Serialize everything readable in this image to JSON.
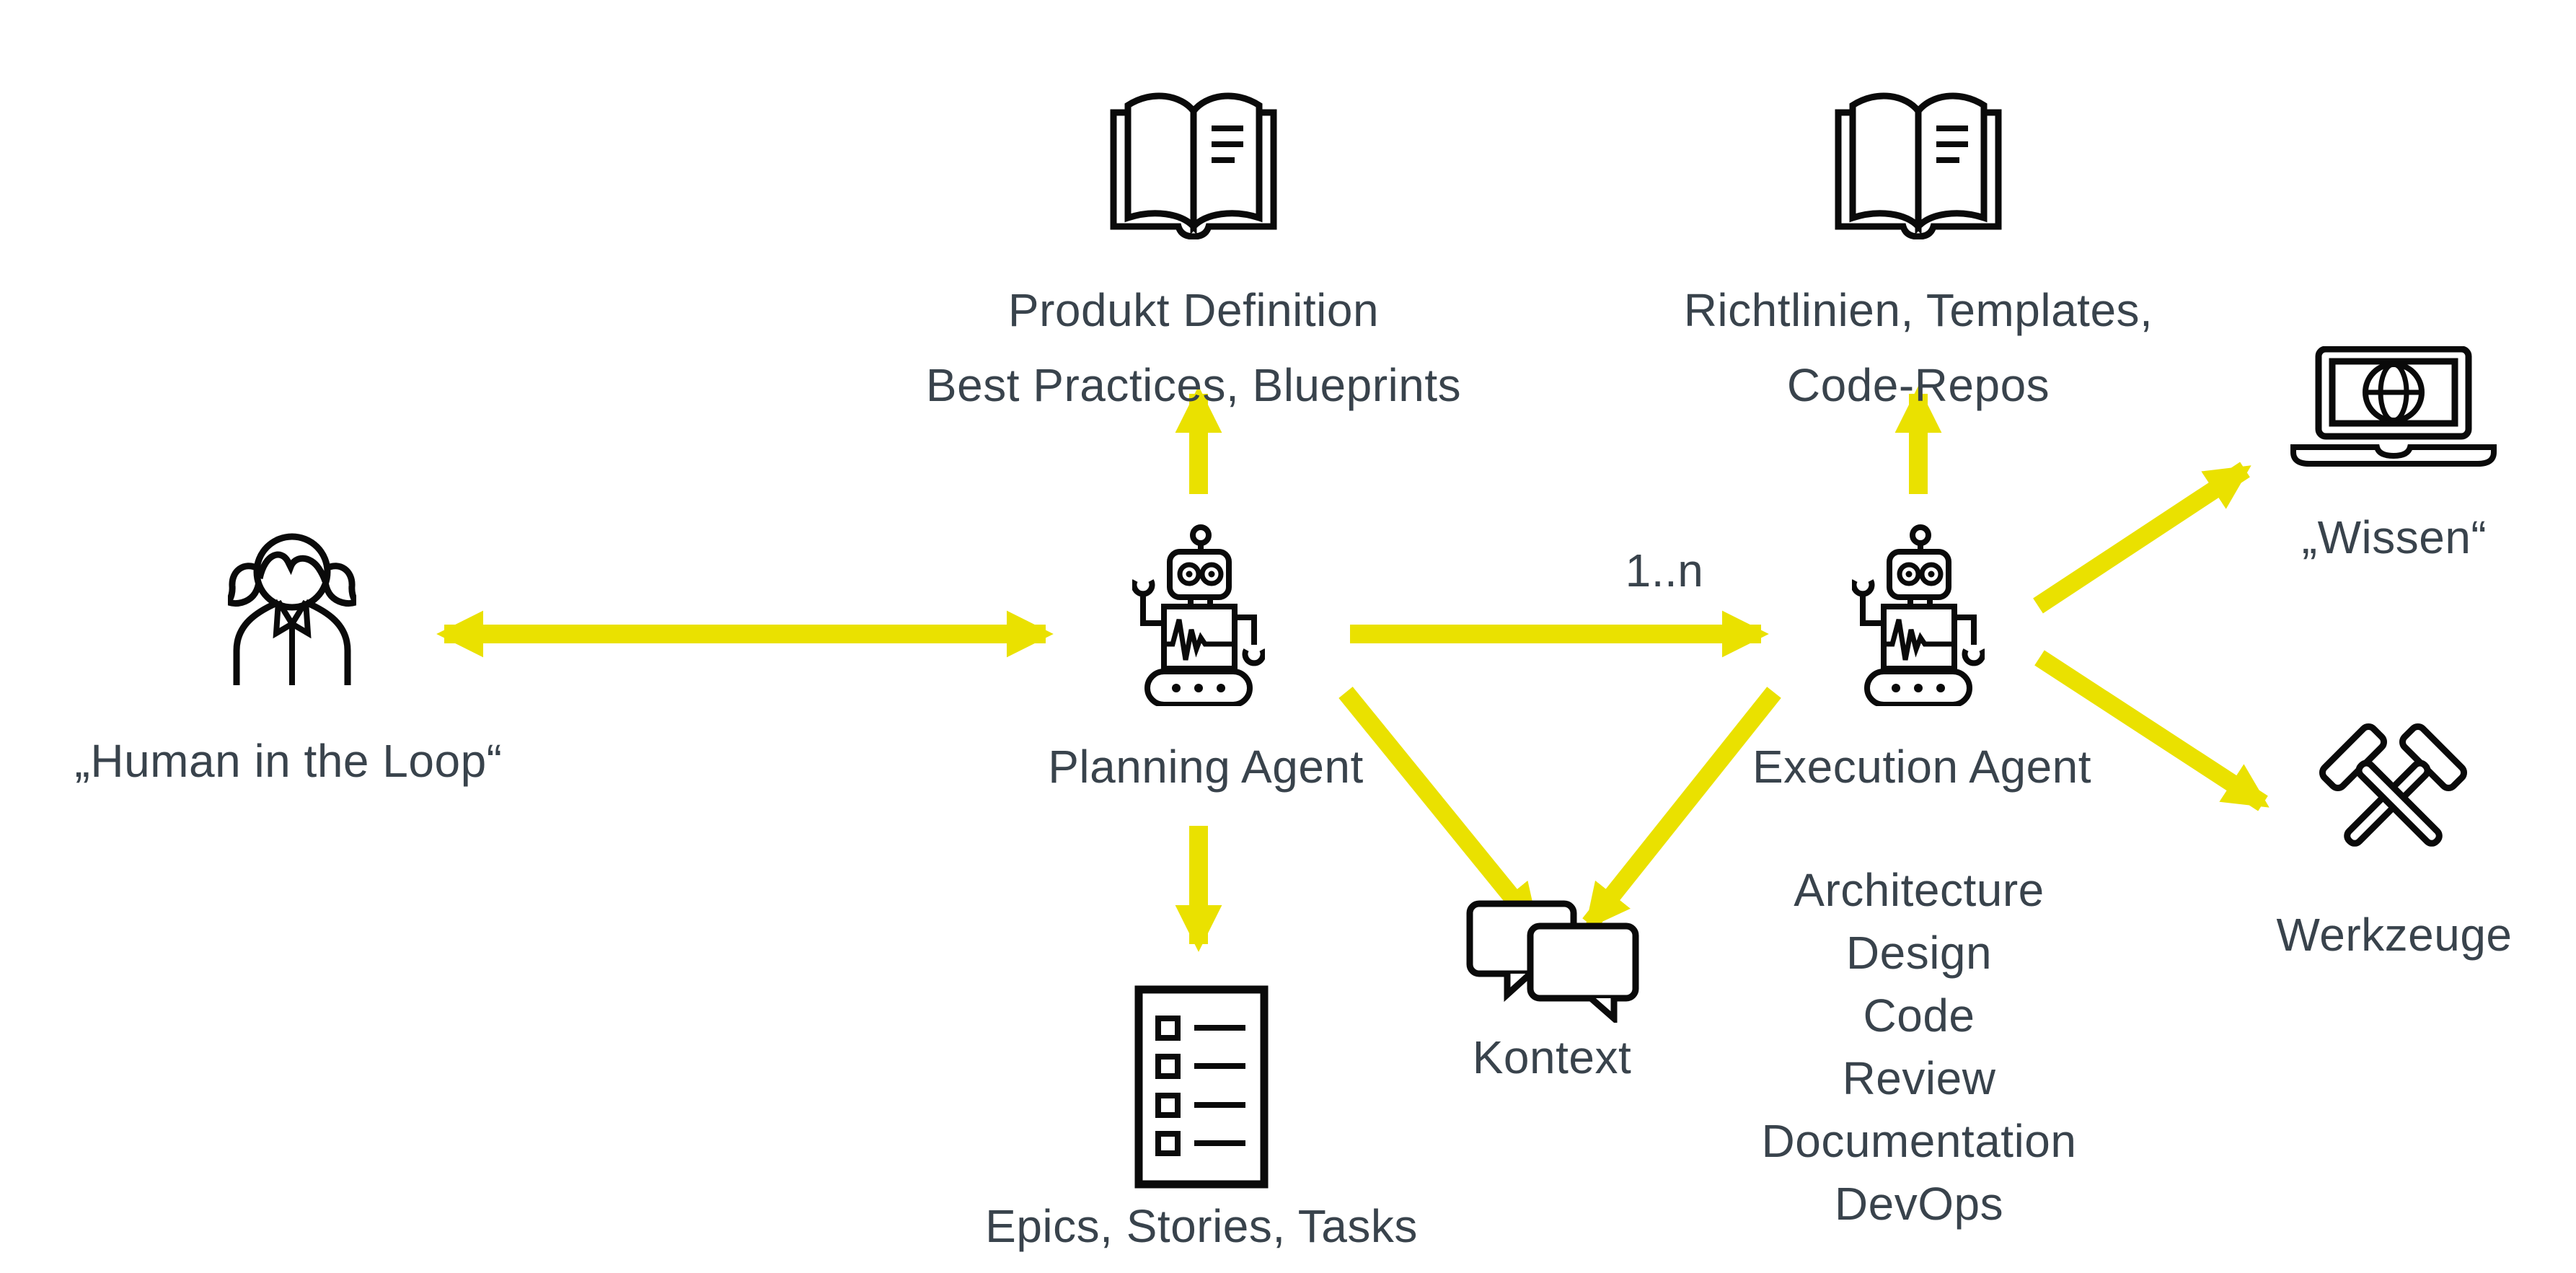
{
  "diagram": {
    "colors": {
      "accent": "#EAE100",
      "text": "#39434C",
      "icon": "#0A0A0A",
      "background": "#FFFFFF"
    },
    "nodes": {
      "human": {
        "label": "„Human in the Loop“",
        "icon": "person-icon"
      },
      "planning_agent": {
        "label": "Planning Agent",
        "icon": "robot-icon"
      },
      "execution_agent": {
        "label": "Execution Agent",
        "icon": "robot-icon"
      },
      "product_definition": {
        "label": "Produkt Definition\nBest Practices, Blueprints",
        "icon": "open-book-icon"
      },
      "richtlinien": {
        "label": "Richtlinien, Templates,\nCode-Repos",
        "icon": "open-book-icon"
      },
      "wissen": {
        "label": "„Wissen“",
        "icon": "laptop-globe-icon"
      },
      "werkzeuge": {
        "label": "Werkzeuge",
        "icon": "crossed-hammers-icon"
      },
      "kontext": {
        "label": "Kontext",
        "icon": "chat-bubbles-icon"
      },
      "epics": {
        "label": "Epics, Stories, Tasks",
        "icon": "checklist-icon"
      }
    },
    "edges": {
      "planning_to_execution_label": "1..n"
    },
    "execution_tasks": [
      "Architecture",
      "Design",
      "Code",
      "Review",
      "Documentation",
      "DevOps"
    ]
  }
}
